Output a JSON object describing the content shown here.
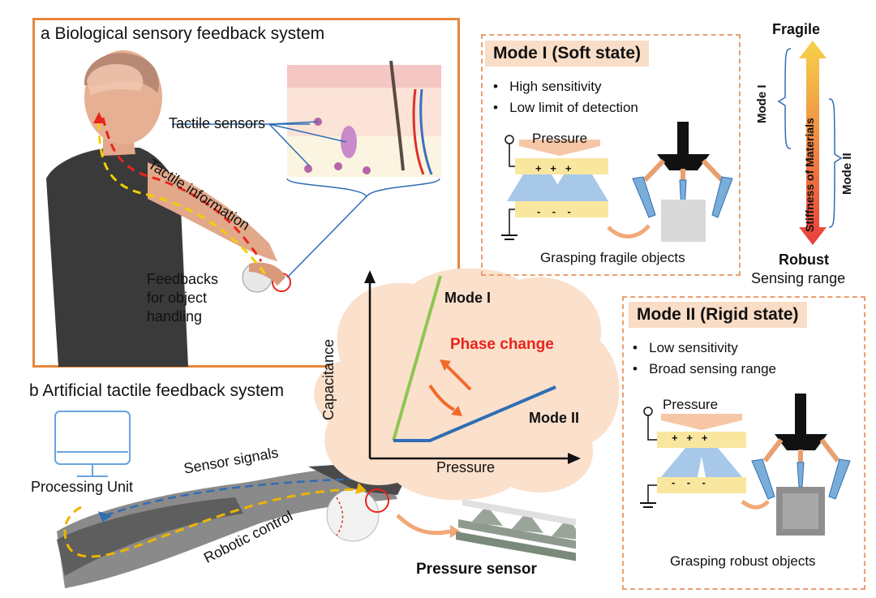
{
  "panel_a": {
    "title": "a Biological sensory feedback system",
    "tactile_sensors": "Tactile sensors",
    "tactile_information": "Tactile information",
    "feedbacks": [
      "Feedbacks",
      "for object",
      "handling"
    ]
  },
  "panel_b": {
    "title": "b Artificial tactile feedback system",
    "processing_unit": "Processing Unit",
    "sensor_signals": "Sensor signals",
    "robotic_control": "Robotic control",
    "pressure_sensor": "Pressure sensor"
  },
  "mode1": {
    "header": "Mode I (Soft state)",
    "bullets": [
      "High sensitivity",
      "Low limit of detection"
    ],
    "pressure": "Pressure",
    "caption": "Grasping fragile objects",
    "plus": "+   +   +",
    "minus": "-    -    -"
  },
  "mode2": {
    "header": "Mode II (Rigid state)",
    "bullets": [
      "Low sensitivity",
      "Broad sensing range"
    ],
    "pressure": "Pressure",
    "caption": "Grasping robust objects",
    "plus": "+   +   +",
    "minus": "-    -    -"
  },
  "stiffness": {
    "top": "Fragile",
    "bottom": "Robust",
    "range": "Sensing range",
    "axis": "Stiffness of Materials",
    "mode1": "Mode I",
    "mode2": "Mode II"
  },
  "graph": {
    "ylabel": "Capacitance",
    "xlabel": "Pressure",
    "mode1": "Mode I",
    "mode2": "Mode II",
    "phase_change": "Phase change"
  },
  "colors": {
    "orange": "#e8863a",
    "mode1_line": "#8cc850",
    "mode2_line": "#2f6db5",
    "phase_text": "#e8241c",
    "header_bg": "#f9ddc6"
  },
  "bullet_symbol": "•"
}
